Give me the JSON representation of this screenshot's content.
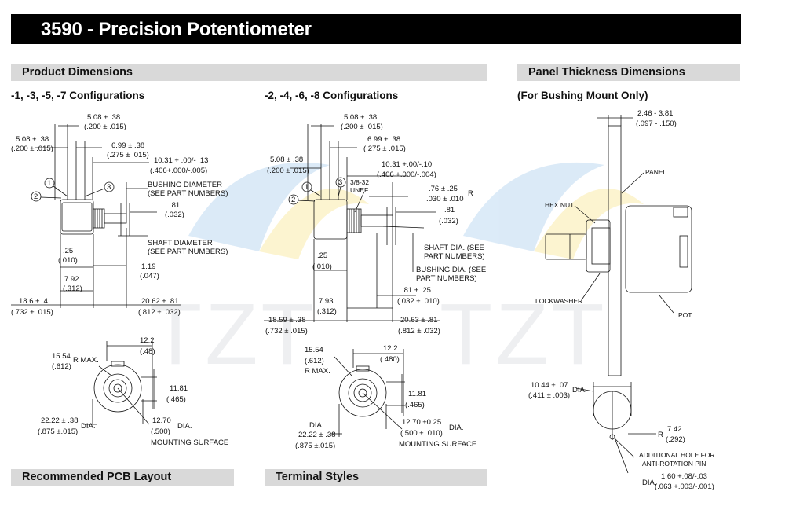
{
  "header": {
    "title": "3590 - Precision Potentiometer"
  },
  "sections": {
    "product_dimensions": "Product Dimensions",
    "panel_thickness": "Panel Thickness Dimensions",
    "pcb_layout": "Recommended PCB Layout",
    "terminal_styles": "Terminal Styles"
  },
  "subtitles": {
    "config_odd": "-1, -3, -5, -7 Configurations",
    "config_even": "-2, -4, -6, -8 Configurations",
    "bushing_mount": "(For Bushing Mount Only)"
  },
  "watermark": {
    "text1": "TZT",
    "text2": "TZT"
  },
  "left_view": {
    "d1a": "5.08 ± .38",
    "d1b": "(.200 ± .015)",
    "d2a": "5.08 ± .38",
    "d2b": "(.200 ± .015)",
    "d3a": "6.99 ± .38",
    "d3b": "(.275 ± .015)",
    "d4a": "10.31 + .00/- .13",
    "d4b": "(.406+.000/-.005)",
    "bushing1": "BUSHING DIAMETER",
    "bushing2": "(SEE PART NUMBERS)",
    "d5a": ".81",
    "d5b": "(.032)",
    "shaft1": "SHAFT DIAMETER",
    "shaft2": "(SEE PART NUMBERS)",
    "d6a": ".25",
    "d6b": "(.010)",
    "d7a": "1.19",
    "d7b": "(.047)",
    "d8a": "7.92",
    "d8b": "(.312)",
    "d9a": "18.6 ± .4",
    "d9b": "(.732 ± .015)",
    "d10a": "20.62 ± .81",
    "d10b": "(.812 ± .032)",
    "t1": "1",
    "t2": "2",
    "t3": "3"
  },
  "mid_view": {
    "d1a": "5.08 ± .38",
    "d1b": "(.200 ± .015)",
    "d2a": "6.99 ± .38",
    "d2b": "(.275 ± .015)",
    "d3a": "5.08 ± .38",
    "d3b": "(.200 ± .015)",
    "d4a": "10.31 +.00/-.10",
    "d4b": "(.406 +.000/-.004)",
    "thread1": "3/8-32",
    "thread2": "UNEF",
    "d5a": ".76 ± .25",
    "d5b": ".030 ± .010",
    "d5r": "R",
    "d6a": ".81",
    "d6b": "(.032)",
    "shaft1": "SHAFT DIA. (SEE",
    "shaft2": "PART NUMBERS)",
    "bushing1": "BUSHING DIA. (SEE",
    "bushing2": "PART NUMBERS)",
    "d7a": ".25",
    "d7b": "(.010)",
    "d8a": ".81 ± .25",
    "d8b": "(.032 ± .010)",
    "d9a": "7.93",
    "d9b": "(.312)",
    "d10a": "18.59 ± .38",
    "d10b": "(.732 ± .015)",
    "d11a": "20.63 ± .81",
    "d11b": "(.812 ± .032)",
    "t1": "1",
    "t2": "2",
    "t3": "3"
  },
  "left_front": {
    "r1a": "15.54",
    "r1b": "(.612)",
    "r1r": "R MAX.",
    "w1a": "12.2",
    "w1b": "(.48)",
    "h1a": "11.81",
    "h1b": "(.465)",
    "dia1a": "22.22 ± .38",
    "dia1b": "(.875 ±.015)",
    "dia1d": "DIA.",
    "dia2a": "12.70",
    "dia2b": "(.500)",
    "dia2d": "DIA.",
    "mount": "MOUNTING SURFACE"
  },
  "mid_front": {
    "r1a": "15.54",
    "r1b": "(.612)",
    "r1r": "R MAX.",
    "w1a": "12.2",
    "w1b": "(.480)",
    "h1a": "11.81",
    "h1b": "(.465)",
    "dia1d": "DIA.",
    "dia1a": "22.22 ± .38",
    "dia1b": "(.875 ±.015)",
    "dia2a": "12.70 ±0.25",
    "dia2b": "(.500 ± .010)",
    "dia2d": "DIA.",
    "mount": "MOUNTING SURFACE"
  },
  "panel_view": {
    "t1a": "2.46 - 3.81",
    "t1b": "(.097 - .150)",
    "panel": "PANEL",
    "hexnut": "HEX NUT",
    "lockwasher": "LOCKWASHER",
    "pot": "POT",
    "h1a": "10.44 ± .07",
    "h1b": "(.411 ± .003)",
    "h1d": "DIA.",
    "r1r": "R",
    "r1a": "7.42",
    "r1b": "(.292)",
    "add1": "ADDITIONAL HOLE FOR",
    "add2": "ANTI-ROTATION PIN",
    "dia2d": "DIA.",
    "dia2a": "1.60 +.08/-.03",
    "dia2b": "(.063 +.003/-.001)"
  }
}
